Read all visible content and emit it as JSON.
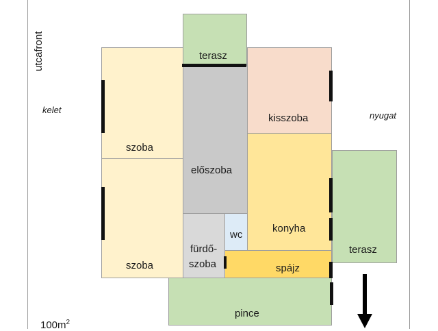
{
  "labels": {
    "street": "utcafront",
    "east": "kelet",
    "west": "nyugat",
    "area_value": "100m",
    "area_sup": "2"
  },
  "rooms": {
    "terrace_top": "terasz",
    "room_upper": "szoba",
    "room_lower": "szoba",
    "hall": "előszoba",
    "small_room": "kisszoba",
    "kitchen": "konyha",
    "bathroom_line1": "fürdő-",
    "bathroom_line2": "szoba",
    "wc": "wc",
    "pantry": "spájz",
    "terrace_right": "terasz",
    "cellar": "pince"
  },
  "colors": {
    "terrace": "#c6e0b4",
    "room": "#fff2cc",
    "hall": "#c9c9c9",
    "small_room": "#f8dccb",
    "kitchen": "#ffe699",
    "bathroom": "#d9d9d9",
    "wc": "#ddebf7",
    "pantry": "#ffd966",
    "cellar": "#c6e0b4"
  }
}
